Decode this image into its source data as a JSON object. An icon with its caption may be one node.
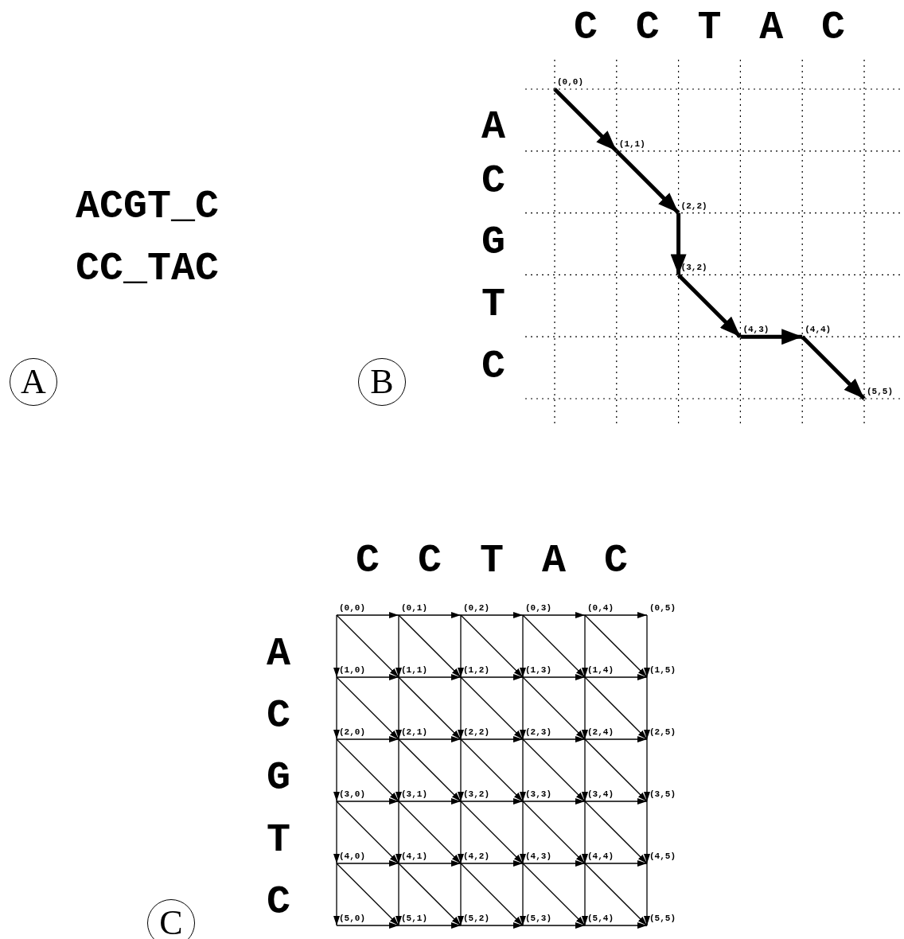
{
  "diagram": {
    "nodes": [
      {
        "text": [
          "A"
        ]
      },
      {
        "text": [
          "B"
        ]
      },
      {
        "text": [
          "(0,0)"
        ]
      },
      {
        "text": [
          "(1,1)"
        ]
      },
      {
        "text": [
          "(2,2)"
        ]
      },
      {
        "text": [
          "(3,2)"
        ]
      },
      {
        "text": [
          "(4,3)"
        ]
      },
      {
        "text": [
          "(4,4)"
        ]
      },
      {
        "text": [
          "(5,5)"
        ]
      },
      {
        "text": [
          "(0,0)"
        ]
      },
      {
        "text": [
          "(0,1)"
        ]
      },
      {
        "text": [
          "(0,2)"
        ]
      },
      {
        "text": [
          "(0,3)"
        ]
      },
      {
        "text": [
          "(0,4)"
        ]
      },
      {
        "text": [
          "(0,5)"
        ]
      },
      {
        "text": [
          "(1,0)"
        ]
      },
      {
        "text": [
          "(1,1)"
        ]
      },
      {
        "text": [
          "(1,2)"
        ]
      },
      {
        "text": [
          "(1,3)"
        ]
      },
      {
        "text": [
          "(1,4)"
        ]
      },
      {
        "text": [
          "(1,5)"
        ]
      },
      {
        "text": [
          "(2,0)"
        ]
      },
      {
        "text": [
          "(2,1)"
        ]
      },
      {
        "text": [
          "(2,2)"
        ]
      },
      {
        "text": [
          "(2,3)"
        ]
      },
      {
        "text": [
          "(2,4)"
        ]
      },
      {
        "text": [
          "(2,5)"
        ]
      },
      {
        "text": [
          "(3,0)"
        ]
      },
      {
        "text": [
          "(3,1)"
        ]
      },
      {
        "text": [
          "(3,2)"
        ]
      },
      {
        "text": [
          "(3,3)"
        ]
      },
      {
        "text": [
          "(3,4)"
        ]
      },
      {
        "text": [
          "(3,5)"
        ]
      },
      {
        "text": [
          "(4,0)"
        ]
      },
      {
        "text": [
          "(4,1)"
        ]
      },
      {
        "text": [
          "(4,2)"
        ]
      },
      {
        "text": [
          "(4,3)"
        ]
      },
      {
        "text": [
          "(4,4)"
        ]
      },
      {
        "text": [
          "(4,5)"
        ]
      },
      {
        "text": [
          "(5,0)"
        ]
      },
      {
        "text": [
          "(5,1)"
        ]
      },
      {
        "text": [
          "(5,2)"
        ]
      },
      {
        "text": [
          "(5,3)"
        ]
      },
      {
        "text": [
          "(5,4)"
        ]
      },
      {
        "text": [
          "(5,5)"
        ]
      },
      {
        "text": [
          "C"
        ]
      }
    ],
    "edges": [
      {
        "from": 2,
        "to": 3,
        "arrow": "to",
        "style": "thick"
      },
      {
        "from": 3,
        "to": 4,
        "arrow": "to",
        "style": "thick"
      },
      {
        "from": 4,
        "to": 5,
        "arrow": "to",
        "style": "thick"
      },
      {
        "from": 5,
        "to": 6,
        "arrow": "to",
        "style": "thick"
      },
      {
        "from": 6,
        "to": 7,
        "arrow": "to",
        "style": "thick"
      },
      {
        "from": 7,
        "to": 8,
        "arrow": "to",
        "style": "thick"
      },
      {
        "from": 9,
        "to": 10,
        "arrow": "to"
      },
      {
        "from": 9,
        "to": 15,
        "arrow": "to"
      },
      {
        "from": 9,
        "to": 16,
        "arrow": "to"
      },
      {
        "from": 10,
        "to": 11,
        "arrow": "to"
      },
      {
        "from": 10,
        "to": 16,
        "arrow": "to"
      },
      {
        "from": 10,
        "to": 17,
        "arrow": "to"
      },
      {
        "from": 11,
        "to": 12,
        "arrow": "to"
      },
      {
        "from": 11,
        "to": 17,
        "arrow": "to"
      },
      {
        "from": 11,
        "to": 18,
        "arrow": "to"
      },
      {
        "from": 12,
        "to": 13,
        "arrow": "to"
      },
      {
        "from": 12,
        "to": 18,
        "arrow": "to"
      },
      {
        "from": 12,
        "to": 19,
        "arrow": "to"
      },
      {
        "from": 13,
        "to": 14,
        "arrow": "to"
      },
      {
        "from": 13,
        "to": 19,
        "arrow": "to"
      },
      {
        "from": 13,
        "to": 20,
        "arrow": "to"
      },
      {
        "from": 14,
        "to": 20,
        "arrow": "to"
      },
      {
        "from": 15,
        "to": 16,
        "arrow": "to"
      },
      {
        "from": 15,
        "to": 21,
        "arrow": "to"
      },
      {
        "from": 15,
        "to": 22,
        "arrow": "to"
      },
      {
        "from": 16,
        "to": 17,
        "arrow": "to"
      },
      {
        "from": 16,
        "to": 22,
        "arrow": "to"
      },
      {
        "from": 16,
        "to": 23,
        "arrow": "to"
      },
      {
        "from": 17,
        "to": 18,
        "arrow": "to"
      },
      {
        "from": 17,
        "to": 23,
        "arrow": "to"
      },
      {
        "from": 17,
        "to": 24,
        "arrow": "to"
      },
      {
        "from": 18,
        "to": 19,
        "arrow": "to"
      },
      {
        "from": 18,
        "to": 24,
        "arrow": "to"
      },
      {
        "from": 18,
        "to": 25,
        "arrow": "to"
      },
      {
        "from": 19,
        "to": 20,
        "arrow": "to"
      },
      {
        "from": 19,
        "to": 25,
        "arrow": "to"
      },
      {
        "from": 19,
        "to": 26,
        "arrow": "to"
      },
      {
        "from": 20,
        "to": 26,
        "arrow": "to"
      },
      {
        "from": 21,
        "to": 22,
        "arrow": "to"
      },
      {
        "from": 21,
        "to": 27,
        "arrow": "to"
      },
      {
        "from": 21,
        "to": 28,
        "arrow": "to"
      },
      {
        "from": 22,
        "to": 23,
        "arrow": "to"
      },
      {
        "from": 22,
        "to": 28,
        "arrow": "to"
      },
      {
        "from": 22,
        "to": 29,
        "arrow": "to"
      },
      {
        "from": 23,
        "to": 24,
        "arrow": "to"
      },
      {
        "from": 23,
        "to": 29,
        "arrow": "to"
      },
      {
        "from": 23,
        "to": 30,
        "arrow": "to"
      },
      {
        "from": 24,
        "to": 25,
        "arrow": "to"
      },
      {
        "from": 24,
        "to": 30,
        "arrow": "to"
      },
      {
        "from": 24,
        "to": 31,
        "arrow": "to"
      },
      {
        "from": 25,
        "to": 26,
        "arrow": "to"
      },
      {
        "from": 25,
        "to": 31,
        "arrow": "to"
      },
      {
        "from": 25,
        "to": 32,
        "arrow": "to"
      },
      {
        "from": 26,
        "to": 32,
        "arrow": "to"
      },
      {
        "from": 27,
        "to": 28,
        "arrow": "to"
      },
      {
        "from": 27,
        "to": 33,
        "arrow": "to"
      },
      {
        "from": 27,
        "to": 34,
        "arrow": "to"
      },
      {
        "from": 28,
        "to": 29,
        "arrow": "to"
      },
      {
        "from": 28,
        "to": 34,
        "arrow": "to"
      },
      {
        "from": 28,
        "to": 35,
        "arrow": "to"
      },
      {
        "from": 29,
        "to": 30,
        "arrow": "to"
      },
      {
        "from": 29,
        "to": 35,
        "arrow": "to"
      },
      {
        "from": 29,
        "to": 36,
        "arrow": "to"
      },
      {
        "from": 30,
        "to": 31,
        "arrow": "to"
      },
      {
        "from": 30,
        "to": 36,
        "arrow": "to"
      },
      {
        "from": 30,
        "to": 37,
        "arrow": "to"
      },
      {
        "from": 31,
        "to": 32,
        "arrow": "to"
      },
      {
        "from": 31,
        "to": 37,
        "arrow": "to"
      },
      {
        "from": 31,
        "to": 38,
        "arrow": "to"
      },
      {
        "from": 32,
        "to": 38,
        "arrow": "to"
      },
      {
        "from": 33,
        "to": 34,
        "arrow": "to"
      },
      {
        "from": 33,
        "to": 39,
        "arrow": "to"
      },
      {
        "from": 33,
        "to": 40,
        "arrow": "to"
      },
      {
        "from": 34,
        "to": 35,
        "arrow": "to"
      },
      {
        "from": 34,
        "to": 40,
        "arrow": "to"
      },
      {
        "from": 34,
        "to": 41,
        "arrow": "to"
      },
      {
        "from": 35,
        "to": 36,
        "arrow": "to"
      },
      {
        "from": 35,
        "to": 41,
        "arrow": "to"
      },
      {
        "from": 35,
        "to": 42,
        "arrow": "to"
      },
      {
        "from": 36,
        "to": 37,
        "arrow": "to"
      },
      {
        "from": 36,
        "to": 42,
        "arrow": "to"
      },
      {
        "from": 36,
        "to": 43,
        "arrow": "to"
      },
      {
        "from": 37,
        "to": 38,
        "arrow": "to"
      },
      {
        "from": 37,
        "to": 43,
        "arrow": "to"
      },
      {
        "from": 37,
        "to": 44,
        "arrow": "to"
      },
      {
        "from": 38,
        "to": 44,
        "arrow": "to"
      },
      {
        "from": 39,
        "to": 40,
        "arrow": "to"
      },
      {
        "from": 40,
        "to": 41,
        "arrow": "to"
      },
      {
        "from": 41,
        "to": 42,
        "arrow": "to"
      },
      {
        "from": 42,
        "to": 43,
        "arrow": "to"
      },
      {
        "from": 43,
        "to": 44,
        "arrow": "to"
      }
    ],
    "labels": [
      "C",
      "C",
      "T",
      "A",
      "C",
      "A",
      "ACGT_C",
      "C",
      "CC_TAC",
      "G",
      "T",
      "C",
      "C",
      "C",
      "T",
      "A",
      "C",
      "A",
      "C",
      "G",
      "T",
      "C"
    ]
  }
}
